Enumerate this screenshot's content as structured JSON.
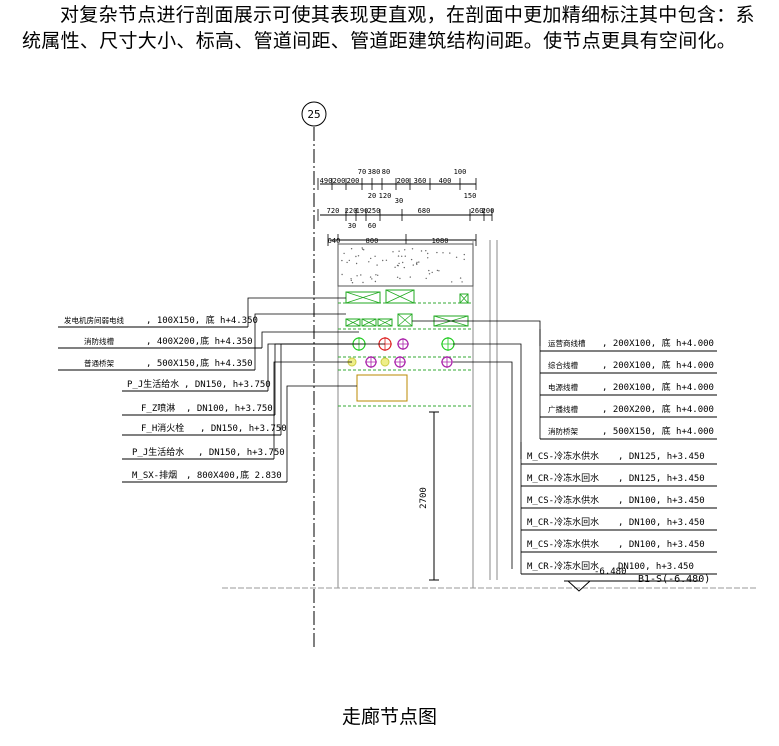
{
  "intro_text": "对复杂节点进行剖面展示可使其表现更直观，在剖面中更加精细标注其中包含：系统属性、尺寸大小、标高、管道间距、管道距建筑结构间距。使节点更具有空间化。",
  "caption": "走廊节点图",
  "axis_label": "25",
  "dims": {
    "row1": [
      "490",
      "200",
      "200",
      "70",
      "380",
      "80",
      "200",
      "360",
      "400",
      "100"
    ],
    "row2": [
      "20",
      "120",
      "30",
      "150"
    ],
    "row3": [
      "720",
      "220",
      "190",
      "250",
      "680",
      "260",
      "200"
    ],
    "row4": [
      "30",
      "60"
    ],
    "row5": [
      "640",
      "800",
      "1080"
    ],
    "vertical": "2700"
  },
  "left_labels": [
    {
      "name": "发电机房间弱电线",
      "spec": ", 100X150, 底 h+4.350"
    },
    {
      "name": "消防线槽",
      "spec": ", 400X200,底 h+4.350"
    },
    {
      "name": "普通桥架",
      "spec": ", 500X150,底 h+4.350"
    },
    {
      "name": "P_J生活给水",
      "spec": ", DN150, h+3.750"
    },
    {
      "name": "F_Z喷淋",
      "spec": ", DN100, h+3.750"
    },
    {
      "name": "F_H消火栓",
      "spec": ", DN150, h+3.750"
    },
    {
      "name": "P_J生活给水",
      "spec": ", DN150, h+3.750"
    },
    {
      "name": "M_SX-排烟",
      "spec": ", 800X400,底 2.830"
    }
  ],
  "right_labels": [
    {
      "name": "运营商线槽",
      "spec": ", 200X100, 底 h+4.000"
    },
    {
      "name": "综合线槽",
      "spec": ", 200X100, 底 h+4.000"
    },
    {
      "name": "电源线槽",
      "spec": ", 200X100, 底 h+4.000"
    },
    {
      "name": "广播线槽",
      "spec": ", 200X200, 底 h+4.000"
    },
    {
      "name": "消防桥架",
      "spec": ", 500X150, 底 h+4.000"
    },
    {
      "name": "M_CS-冷冻水供水",
      "spec": ", DN125, h+3.450"
    },
    {
      "name": "M_CR-冷冻水回水",
      "spec": ", DN125, h+3.450"
    },
    {
      "name": "M_CS-冷冻水供水",
      "spec": ", DN100, h+3.450"
    },
    {
      "name": "M_CR-冷冻水回水",
      "spec": ", DN100, h+3.450"
    },
    {
      "name": "M_CS-冷冻水供水",
      "spec": ", DN100, h+3.450"
    },
    {
      "name": "M_CR-冷冻水回水",
      "spec": "DN100, h+3.450"
    }
  ],
  "level_small": "-6.480",
  "level_tag": "B1-S(-6.480)"
}
